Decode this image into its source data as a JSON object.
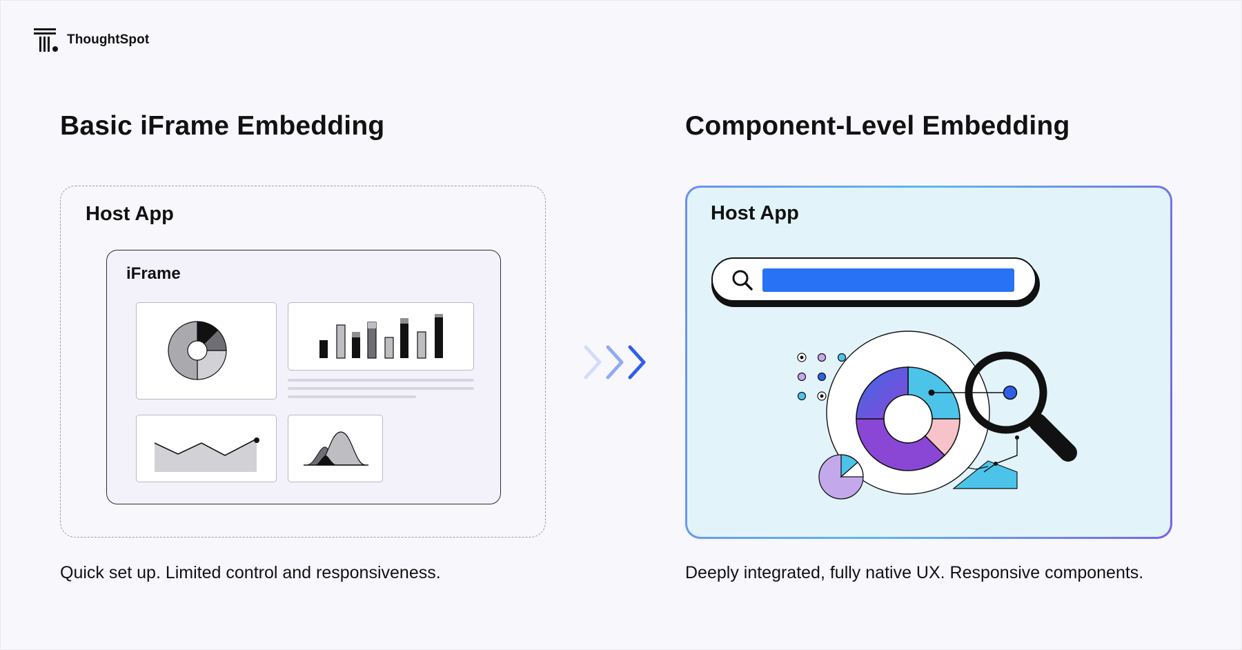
{
  "brand": {
    "name": "ThoughtSpot",
    "logo_icon": "thoughtspot-logo-icon"
  },
  "left": {
    "heading": "Basic iFrame Embedding",
    "panel_title": "Host App",
    "iframe_label": "iFrame",
    "caption": "Quick set up. Limited control and responsiveness."
  },
  "right": {
    "heading": "Component-Level Embedding",
    "panel_title": "Host App",
    "caption": "Deeply integrated, fully native UX. Responsive components."
  },
  "icons": {
    "transition": "triple-chevron-right-icon",
    "search": "search-icon",
    "magnifier": "magnifying-glass-icon"
  },
  "colors": {
    "background": "#f8f7fc",
    "component_panel": "#e2f3fa",
    "accent_blue": "#2872f6",
    "purple": "#8a47d6",
    "cyan": "#4cc4ea",
    "pink": "#f7c3c8",
    "lilac": "#c4a8ec"
  }
}
